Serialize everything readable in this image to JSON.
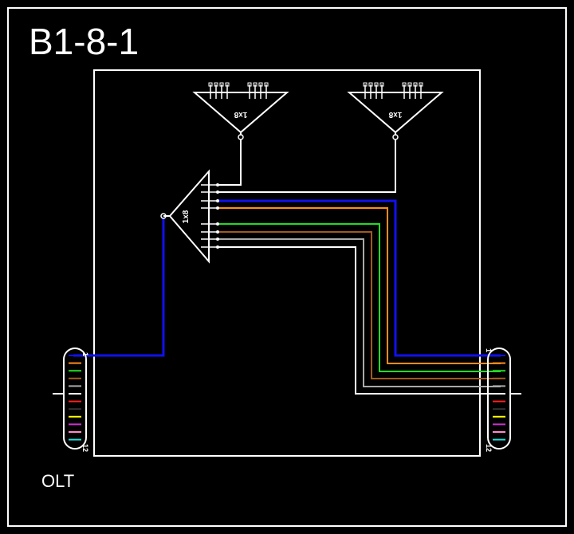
{
  "title": "B1-8-1",
  "olt_label": "OLT",
  "splitter_main_label": "1x8",
  "splitter_top_left_label": "1x8",
  "splitter_top_right_label": "1x8",
  "cable_left_first": "1",
  "cable_left_last": "12",
  "cable_right_first": "1",
  "cable_right_last": "12",
  "colors": {
    "background": "#000000",
    "line": "#ffffff",
    "blue": "#1010ee",
    "orange": "#ff8c1a",
    "green": "#22dd22",
    "brown": "#a05a1e",
    "gray": "#aaaaaa",
    "white": "#ffffff",
    "red": "#ff2020",
    "black": "#333333",
    "yellow": "#ffff00",
    "violet": "#cc33cc",
    "rose": "#ff88cc",
    "aqua": "#22dddd"
  },
  "fiber_colors": [
    "blue",
    "orange",
    "green",
    "brown",
    "gray",
    "white",
    "red",
    "black",
    "yellow",
    "violet",
    "rose",
    "aqua"
  ]
}
